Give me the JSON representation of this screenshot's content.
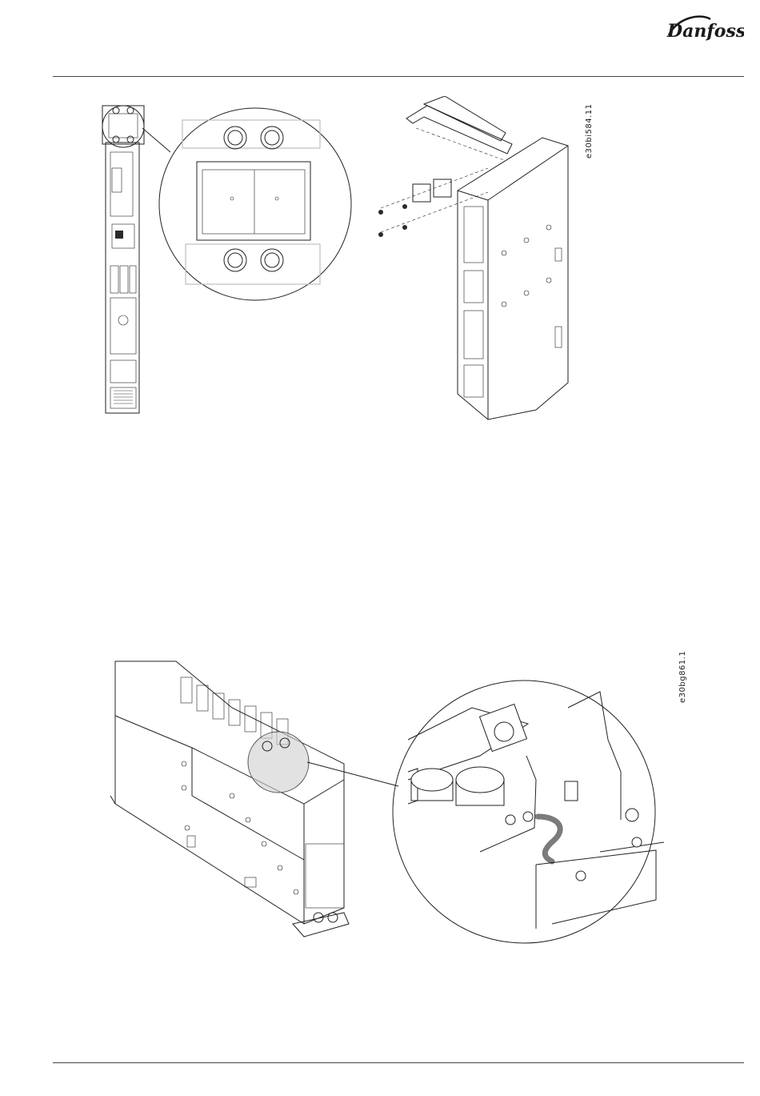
{
  "header": {
    "brand_name": "Danfoss"
  },
  "figures": [
    {
      "id": "e30bi584.11"
    },
    {
      "id": "e30bg861.1"
    }
  ]
}
